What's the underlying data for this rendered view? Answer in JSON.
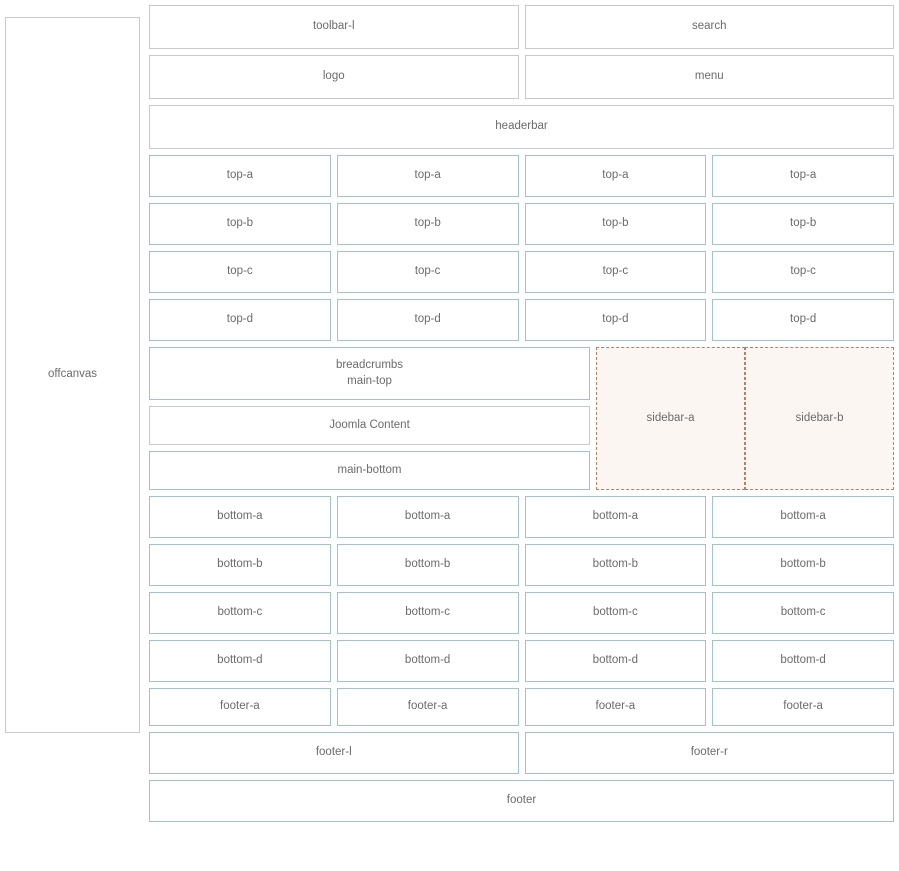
{
  "layout": {
    "offcanvas": {
      "label": "offcanvas"
    },
    "header_rows": [
      {
        "left": "toolbar-l",
        "right": "search"
      },
      {
        "left": "logo",
        "right": "menu"
      }
    ],
    "headerbar": {
      "label": "headerbar"
    },
    "top_rows": [
      {
        "key": "top-a",
        "cells": [
          "top-a",
          "top-a",
          "top-a",
          "top-a"
        ]
      },
      {
        "key": "top-b",
        "cells": [
          "top-b",
          "top-b",
          "top-b",
          "top-b"
        ]
      },
      {
        "key": "top-c",
        "cells": [
          "top-c",
          "top-c",
          "top-c",
          "top-c"
        ]
      },
      {
        "key": "top-d",
        "cells": [
          "top-d",
          "top-d",
          "top-d",
          "top-d"
        ]
      }
    ],
    "main": {
      "breadcrumbs_main_top": "breadcrumbs\nmain-top",
      "joomla_content": "Joomla Content",
      "main_bottom": "main-bottom"
    },
    "sidebars": [
      {
        "label": "sidebar-a"
      },
      {
        "label": "sidebar-b"
      }
    ],
    "bottom_rows": [
      {
        "key": "bottom-a",
        "cells": [
          "bottom-a",
          "bottom-a",
          "bottom-a",
          "bottom-a"
        ]
      },
      {
        "key": "bottom-b",
        "cells": [
          "bottom-b",
          "bottom-b",
          "bottom-b",
          "bottom-b"
        ]
      },
      {
        "key": "bottom-c",
        "cells": [
          "bottom-c",
          "bottom-c",
          "bottom-c",
          "bottom-c"
        ]
      },
      {
        "key": "bottom-d",
        "cells": [
          "bottom-d",
          "bottom-d",
          "bottom-d",
          "bottom-d"
        ]
      },
      {
        "key": "footer-a",
        "cells": [
          "footer-a",
          "footer-a",
          "footer-a",
          "footer-a"
        ]
      }
    ],
    "footer_split": {
      "left": "footer-l",
      "right": "footer-r"
    },
    "footer": {
      "label": "footer"
    }
  },
  "colors": {
    "blue_border": "#a0c2d3",
    "gray_border": "#c9c9c9",
    "dashed_border": "#bb8064",
    "sidebar_fill": "#fbf6f2",
    "text": "#6b6b6b",
    "page_background": "#ffffff"
  }
}
